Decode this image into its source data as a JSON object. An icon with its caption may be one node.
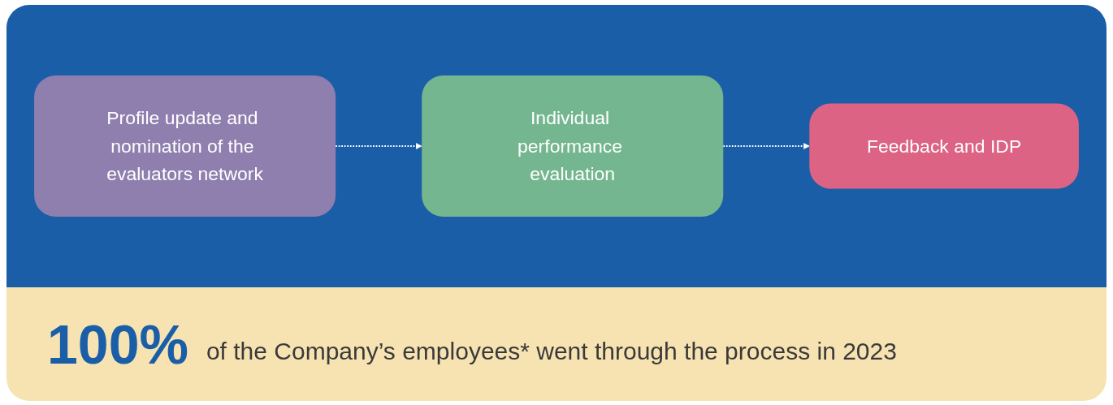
{
  "diagram": {
    "nodes": [
      {
        "text": [
          "Profile update and nomination of the evaluators network"
        ]
      },
      {
        "text": [
          "Individual performance evaluation"
        ]
      },
      {
        "text": [
          "Feedback and IDP"
        ]
      }
    ],
    "edges": [
      {
        "from": 0,
        "to": 1,
        "arrow": "to",
        "style": "dashed"
      },
      {
        "from": 1,
        "to": 2,
        "arrow": "to",
        "style": "dashed"
      }
    ],
    "labels": [
      "100%",
      "of the Company’s employees* went through the process in 2023"
    ]
  }
}
